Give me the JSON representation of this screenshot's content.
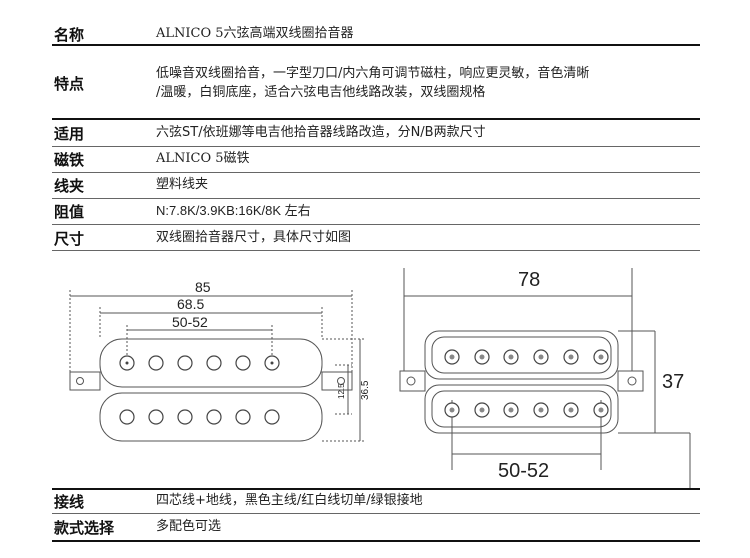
{
  "specs": [
    {
      "key": "名称",
      "value": "ALNICO 5六弦高端双线圈拾音器"
    },
    {
      "key": "特点",
      "value_lines": [
        "低噪音双线圈拾音，一字型刀口/内六角可调节磁柱，响应更灵敏，音色清晰",
        "/温暖，白铜底座，适合六弦电吉他线路改装，双线圈规格"
      ]
    },
    {
      "key": "适用",
      "value": "六弦ST/依班娜等电吉他拾音器线路改造，分N/B两款尺寸"
    },
    {
      "key": "磁铁",
      "value": "ALNICO 5磁铁"
    },
    {
      "key": "线夹",
      "value": "塑料线夹"
    },
    {
      "key": "阻值",
      "value": "N:7.8K/3.9KB:16K/8K 左右"
    },
    {
      "key": "尺寸",
      "value": "双线圈拾音器尺寸，具体尺寸如图"
    }
  ],
  "diagram": {
    "left": {
      "width_total": "85",
      "width_mounting": "68.5",
      "pole_spacing": "50-52",
      "bobbin_height": "12.5",
      "overall_height": "36.5"
    },
    "right": {
      "width_top": "78",
      "height": "37",
      "pole_spacing": "50-52"
    }
  },
  "footer": [
    {
      "key": "接线",
      "value": "四芯线+地线，黑色主线/红白线切单/绿银接地"
    },
    {
      "key": "款式选择",
      "value": "多配色可选"
    }
  ]
}
